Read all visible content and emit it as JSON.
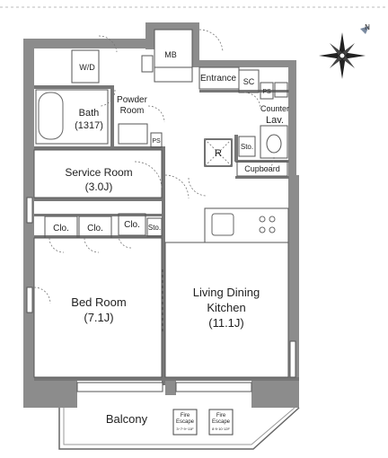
{
  "rooms": {
    "mb": "MB",
    "wd": "W/D",
    "entrance": "Entrance",
    "sc": "SC",
    "ps1": "PS",
    "ps2": "PS",
    "counter": "Counter",
    "lav": "Lav.",
    "powder_line1": "Powder",
    "powder_line2": "Room",
    "bath_line1": "Bath",
    "bath_line2": "(1317)",
    "sto1": "Sto.",
    "sto2": "Sto.",
    "r": "R",
    "cupboard": "Cupboard",
    "service_line1": "Service Room",
    "service_line2": "(3.0J)",
    "clo1": "Clo.",
    "clo2": "Clo.",
    "clo3": "Clo.",
    "bed_line1": "Bed Room",
    "bed_line2": "(7.1J)",
    "ldk_line1": "Living Dining",
    "ldk_line2": "Kitchen",
    "ldk_line3": "(11.1J)",
    "balcony": "Balcony"
  },
  "fire_escape": [
    {
      "line1": "Fire",
      "line2": "Escape",
      "line3": "3~7·9~11F"
    },
    {
      "line1": "Fire",
      "line2": "Escape",
      "line3": "8·9·10·12F"
    }
  ],
  "compass": {
    "north": "N"
  }
}
